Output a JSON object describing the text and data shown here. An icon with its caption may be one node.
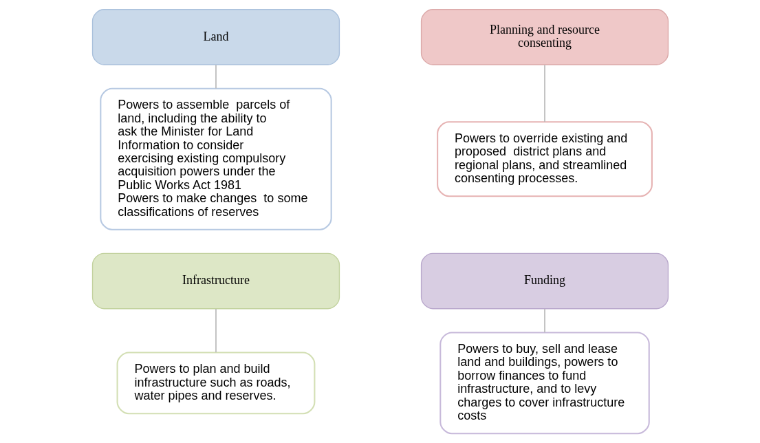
{
  "diagram": {
    "nodes": [
      {
        "text": [
          "Land"
        ]
      },
      {
        "text": [
          "Powers to assemble  parcels of land, including the ability to ask the Minister for Land Information to consider exercising existing compulsory acquisition powers under the Public Works Act 1981",
          "Powers to make changes  to some classifications of reserves"
        ]
      },
      {
        "text": [
          "Planning and resource consenting"
        ]
      },
      {
        "text": [
          "Powers to override existing and proposed  district plans and regional plans, and streamlined consenting processes."
        ]
      },
      {
        "text": [
          "Infrastructure"
        ]
      },
      {
        "text": [
          "Powers to plan and build infrastructure such as roads, water pipes and reserves."
        ]
      },
      {
        "text": [
          "Funding"
        ]
      },
      {
        "text": [
          "Powers to buy, sell and lease land and buildings, powers to borrow finances to fund infrastructure, and to levy charges to cover infrastructure costs"
        ]
      }
    ],
    "edges": [
      {
        "from": 0,
        "to": 1,
        "arrow": "none"
      },
      {
        "from": 2,
        "to": 3,
        "arrow": "none"
      },
      {
        "from": 4,
        "to": 5,
        "arrow": "none"
      },
      {
        "from": 6,
        "to": 7,
        "arrow": "none"
      }
    ]
  }
}
